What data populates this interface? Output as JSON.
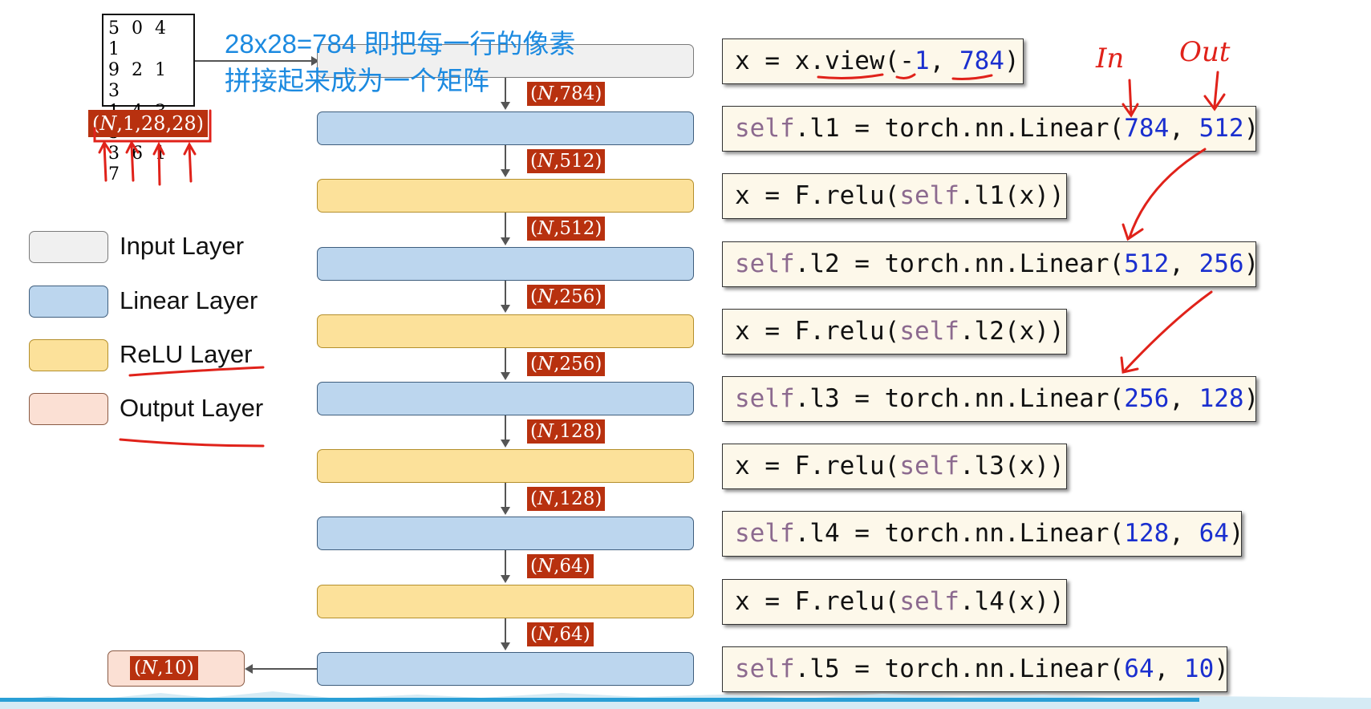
{
  "note": {
    "line1": "28x28=784 即把每一行的像素",
    "line2": "拼接起来成为一个矩阵"
  },
  "input_digits": [
    "5 0 4 1",
    "9 2 1 3",
    "1 4 3 5",
    "3 6 1 7"
  ],
  "input_shape": {
    "n": "N",
    "rest": ",1,28,28)"
  },
  "legend": [
    {
      "label": "Input Layer",
      "color": "#f0f0f0"
    },
    {
      "label": "Linear Layer",
      "color": "#bcd6ee"
    },
    {
      "label": "ReLU Layer",
      "color": "#fce19a"
    },
    {
      "label": "Output Layer",
      "color": "#fbe0d4"
    }
  ],
  "layers": [
    {
      "kind": "input"
    },
    {
      "kind": "linear"
    },
    {
      "kind": "relu"
    },
    {
      "kind": "linear"
    },
    {
      "kind": "relu"
    },
    {
      "kind": "linear"
    },
    {
      "kind": "relu"
    },
    {
      "kind": "linear"
    },
    {
      "kind": "relu"
    },
    {
      "kind": "linear"
    }
  ],
  "shapes": [
    "784",
    "512",
    "512",
    "256",
    "256",
    "128",
    "128",
    "64",
    "64"
  ],
  "output_shape": "10",
  "code_lines": [
    [
      {
        "t": "x = x.view(-"
      },
      {
        "t": "1",
        "c": "num"
      },
      {
        "t": ", "
      },
      {
        "t": "784",
        "c": "num"
      },
      {
        "t": ")"
      }
    ],
    [
      {
        "t": "self",
        "c": "kw"
      },
      {
        "t": ".l1 = torch.nn.Linear("
      },
      {
        "t": "784",
        "c": "num"
      },
      {
        "t": ", "
      },
      {
        "t": "512",
        "c": "num"
      },
      {
        "t": ")"
      }
    ],
    [
      {
        "t": "x = F.relu("
      },
      {
        "t": "self",
        "c": "kw"
      },
      {
        "t": ".l1(x))"
      }
    ],
    [
      {
        "t": "self",
        "c": "kw"
      },
      {
        "t": ".l2 = torch.nn.Linear("
      },
      {
        "t": "512",
        "c": "num"
      },
      {
        "t": ", "
      },
      {
        "t": "256",
        "c": "num"
      },
      {
        "t": ")"
      }
    ],
    [
      {
        "t": "x = F.relu("
      },
      {
        "t": "self",
        "c": "kw"
      },
      {
        "t": ".l2(x))"
      }
    ],
    [
      {
        "t": "self",
        "c": "kw"
      },
      {
        "t": ".l3 = torch.nn.Linear("
      },
      {
        "t": "256",
        "c": "num"
      },
      {
        "t": ", "
      },
      {
        "t": "128",
        "c": "num"
      },
      {
        "t": ")"
      }
    ],
    [
      {
        "t": "x = F.relu("
      },
      {
        "t": "self",
        "c": "kw"
      },
      {
        "t": ".l3(x))"
      }
    ],
    [
      {
        "t": "self",
        "c": "kw"
      },
      {
        "t": ".l4 = torch.nn.Linear("
      },
      {
        "t": "128",
        "c": "num"
      },
      {
        "t": ", "
      },
      {
        "t": "64",
        "c": "num"
      },
      {
        "t": ")"
      }
    ],
    [
      {
        "t": "x = F.relu("
      },
      {
        "t": "self",
        "c": "kw"
      },
      {
        "t": ".l4(x))"
      }
    ],
    [
      {
        "t": "self",
        "c": "kw"
      },
      {
        "t": ".l5 = torch.nn.Linear("
      },
      {
        "t": "64",
        "c": "num"
      },
      {
        "t": ", "
      },
      {
        "t": "10",
        "c": "num"
      },
      {
        "t": ")"
      }
    ]
  ],
  "annotations": {
    "in": "In",
    "out": "Out"
  }
}
